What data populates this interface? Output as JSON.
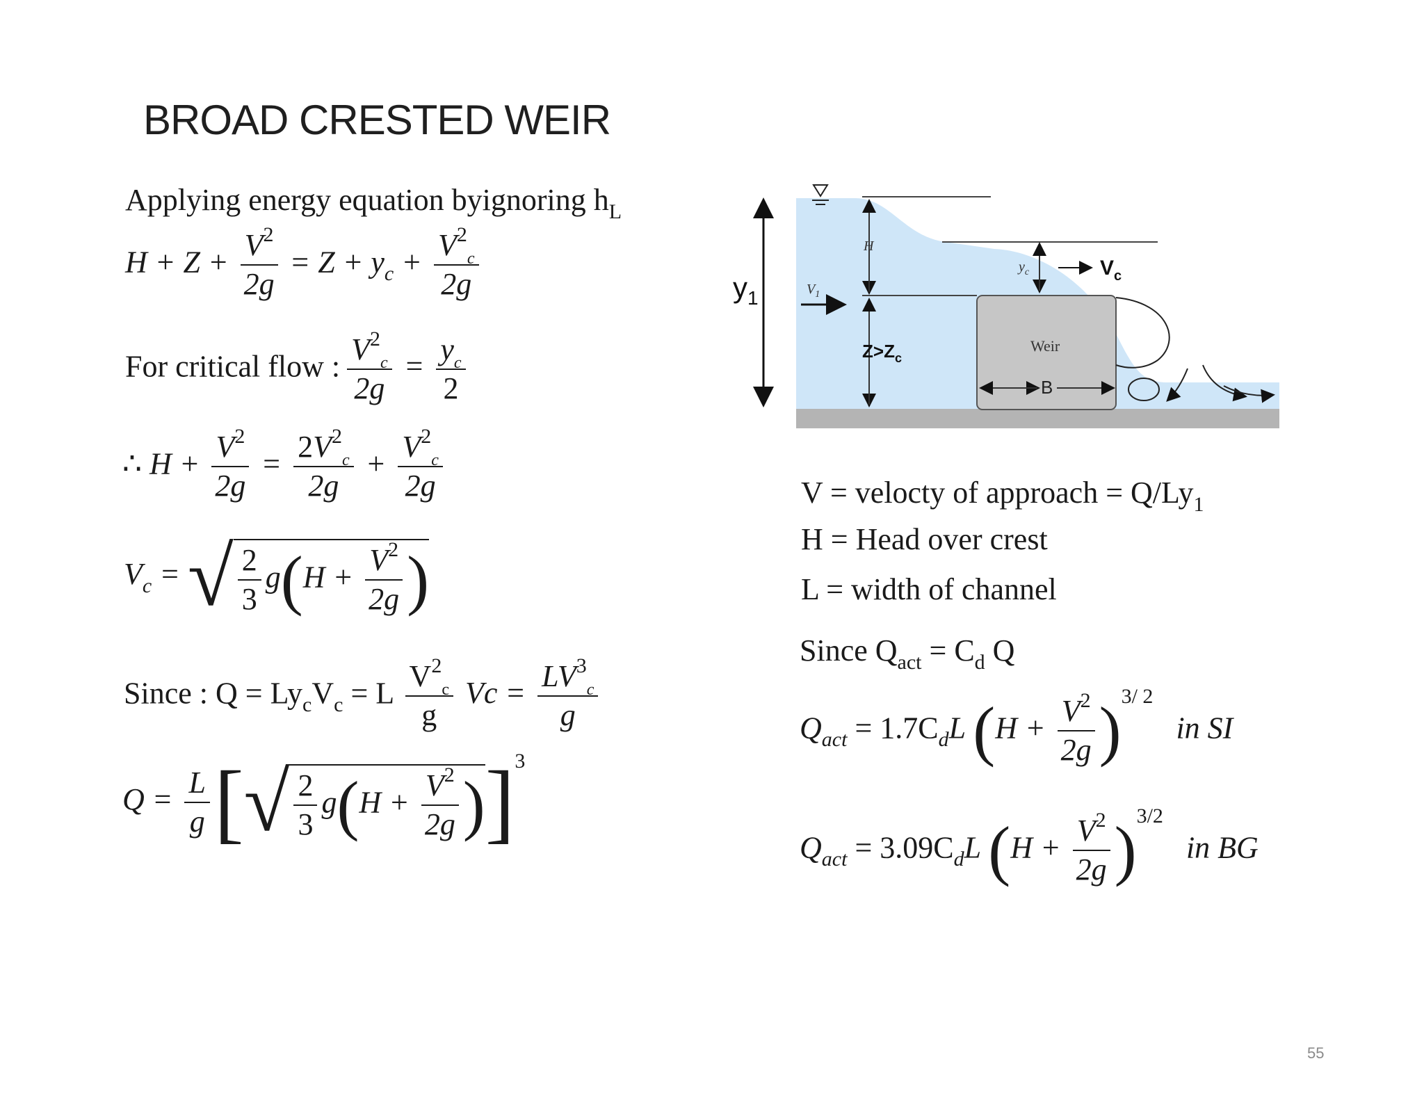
{
  "slide": {
    "title": "BROAD CRESTED WEIR",
    "page_number": "55"
  },
  "left": {
    "intro": "Applying energy equation byignoring h",
    "intro_sub": "L",
    "critical_label": "For critical flow :",
    "since_label": "Since : Q = Ly",
    "since_mid": "V",
    "since_eq": " = L",
    "g": "g",
    "vc_label": "Vc ="
  },
  "right": {
    "def_v": "V = velocty of approach = Q/Ly",
    "def_v_sub": "1",
    "def_h": "H = Head over crest",
    "def_l": "L = width of channel",
    "since_q": "Since Q",
    "since_q_sub": "act",
    "since_q_mid": " = C",
    "since_q_sub2": "d",
    "since_q_end": " Q",
    "qact_si_coef": "= 1.7C",
    "qact_bg_coef": "= 3.09C",
    "in_si": "in SI",
    "in_bg": "in BG",
    "exponent": "3/ 2",
    "exponent_bg": "3/2"
  },
  "diagram": {
    "y1": "y",
    "y1_sub": "1",
    "H": "H",
    "yc": "y",
    "yc_sub": "c",
    "Vc": "V",
    "Vc_sub": "c",
    "V1": "V",
    "V1_sub": "1",
    "ZZc": "Z>Z",
    "ZZc_sub": "c",
    "weir": "Weir",
    "B": "B",
    "colors": {
      "water": "#cfe6f8",
      "weir": "#c8c8c8",
      "ground": "#b0b0b0"
    }
  }
}
